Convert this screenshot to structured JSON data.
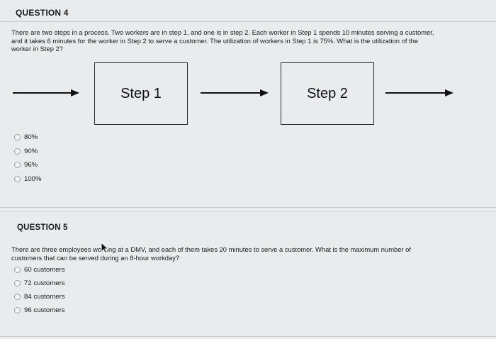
{
  "question4": {
    "title": "QUESTION 4",
    "text_line1": "There are two steps in a process. Two workers are in step 1, and one is in step 2. Each worker in Step 1 spends 10 minutes serving a customer,",
    "text_line2": "and it takes 6 minutes for the worker in Step 2 to serve a customer. The utilization of workers in Step 1 is 75%. What is the utilization of the",
    "text_line3": "worker in Step 2?",
    "diagram": {
      "step1": "Step 1",
      "step2": "Step 2"
    },
    "options": [
      "80%",
      "90%",
      "96%",
      "100%"
    ]
  },
  "question5": {
    "title": "QUESTION 5",
    "text_line1": "There are three employees working at a DMV, and each of them takes 20 minutes to serve a customer. What is the maximum number of",
    "text_line2": "customers that can be served during an 8-hour workday?",
    "options": [
      "60 customers",
      "72 customers",
      "84 customers",
      "96 customers"
    ]
  },
  "colors": {
    "background": "#e9ebec",
    "text": "#1b1b1b",
    "divider": "#c9cccf"
  }
}
